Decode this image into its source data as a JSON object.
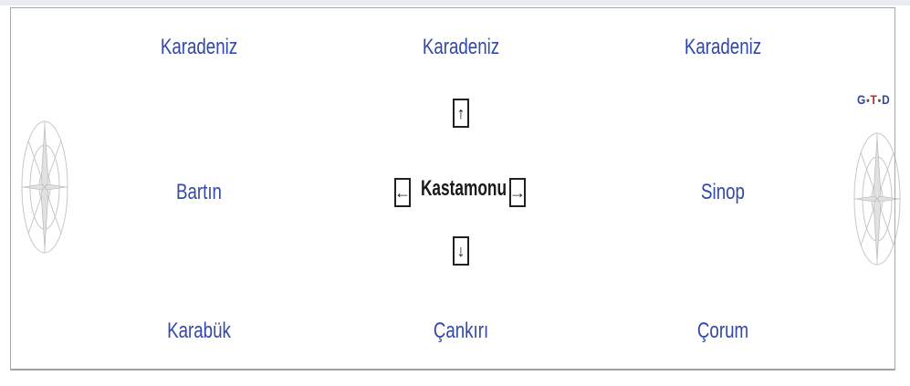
{
  "compass": {
    "left_icon": "compass-rose-icon",
    "right_icon": "compass-rose-icon"
  },
  "legend": {
    "g": "G",
    "t": "T",
    "d": "D",
    "separator": "•"
  },
  "neighbors": {
    "northwest": "Karadeniz",
    "north": "Karadeniz",
    "northeast": "Karadeniz",
    "west": "Bartın",
    "center": "Kastamonu",
    "east": "Sinop",
    "southwest": "Karabük",
    "south": "Çankırı",
    "southeast": "Çorum"
  },
  "arrows": {
    "up": "↑",
    "down": "↓",
    "left": "←",
    "right": "→"
  },
  "colors": {
    "link": "#3348a8",
    "border": "#a2a9b1",
    "legend_t": "#cc2222",
    "legend_gd": "#33449a"
  }
}
